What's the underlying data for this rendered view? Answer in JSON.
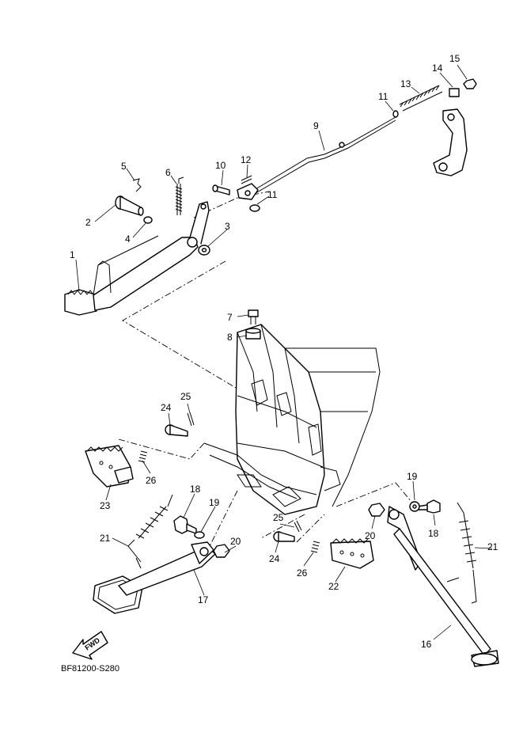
{
  "callouts": [
    {
      "label": "1"
    },
    {
      "label": "2"
    },
    {
      "label": "3"
    },
    {
      "label": "4"
    },
    {
      "label": "5"
    },
    {
      "label": "6"
    },
    {
      "label": "7"
    },
    {
      "label": "8"
    },
    {
      "label": "9"
    },
    {
      "label": "10"
    },
    {
      "label": "11"
    },
    {
      "label": "11"
    },
    {
      "label": "12"
    },
    {
      "label": "13"
    },
    {
      "label": "14"
    },
    {
      "label": "15"
    },
    {
      "label": "16"
    },
    {
      "label": "17"
    },
    {
      "label": "18"
    },
    {
      "label": "18"
    },
    {
      "label": "19"
    },
    {
      "label": "19"
    },
    {
      "label": "20"
    },
    {
      "label": "20"
    },
    {
      "label": "21"
    },
    {
      "label": "21"
    },
    {
      "label": "22"
    },
    {
      "label": "23"
    },
    {
      "label": "24"
    },
    {
      "label": "24"
    },
    {
      "label": "25"
    },
    {
      "label": "25"
    },
    {
      "label": "26"
    },
    {
      "label": "26"
    }
  ],
  "fwd_label": "FWD",
  "diagram_ref": "BF81200-S280"
}
